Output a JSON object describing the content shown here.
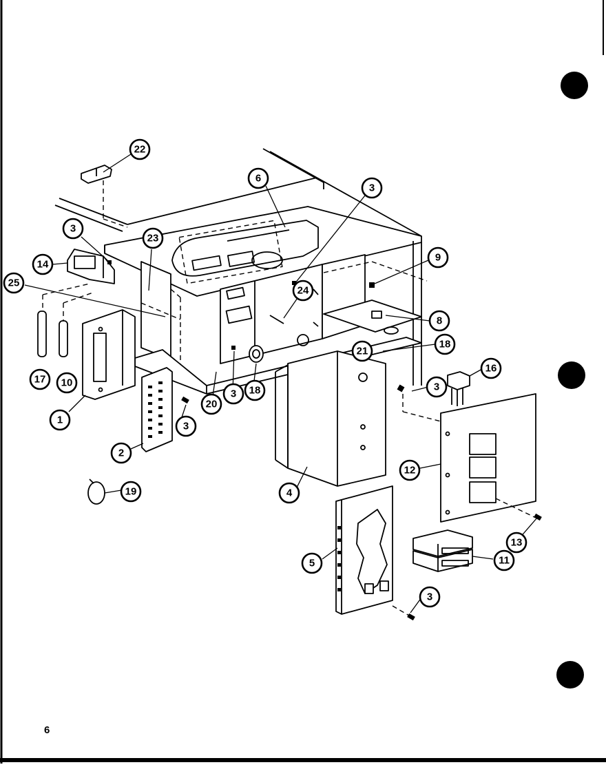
{
  "page_number": "6",
  "colors": {
    "ink": "#000000",
    "paper": "#ffffff"
  },
  "callouts": [
    {
      "id": "c22",
      "label": "22"
    },
    {
      "id": "c6",
      "label": "6"
    },
    {
      "id": "c3a",
      "label": "3"
    },
    {
      "id": "c3b",
      "label": "3"
    },
    {
      "id": "c23",
      "label": "23"
    },
    {
      "id": "c14",
      "label": "14"
    },
    {
      "id": "c25",
      "label": "25"
    },
    {
      "id": "c24",
      "label": "24"
    },
    {
      "id": "c9",
      "label": "9"
    },
    {
      "id": "c8",
      "label": "8"
    },
    {
      "id": "c18a",
      "label": "18"
    },
    {
      "id": "c21",
      "label": "21"
    },
    {
      "id": "c16",
      "label": "16"
    },
    {
      "id": "c3c",
      "label": "3"
    },
    {
      "id": "c17",
      "label": "17"
    },
    {
      "id": "c10",
      "label": "10"
    },
    {
      "id": "c1",
      "label": "1"
    },
    {
      "id": "c20",
      "label": "20"
    },
    {
      "id": "c3d",
      "label": "3"
    },
    {
      "id": "c18b",
      "label": "18"
    },
    {
      "id": "c3e",
      "label": "3"
    },
    {
      "id": "c2",
      "label": "2"
    },
    {
      "id": "c4",
      "label": "4"
    },
    {
      "id": "c12",
      "label": "12"
    },
    {
      "id": "c19",
      "label": "19"
    },
    {
      "id": "c13",
      "label": "13"
    },
    {
      "id": "c5",
      "label": "5"
    },
    {
      "id": "c11",
      "label": "11"
    },
    {
      "id": "c3f",
      "label": "3"
    }
  ]
}
